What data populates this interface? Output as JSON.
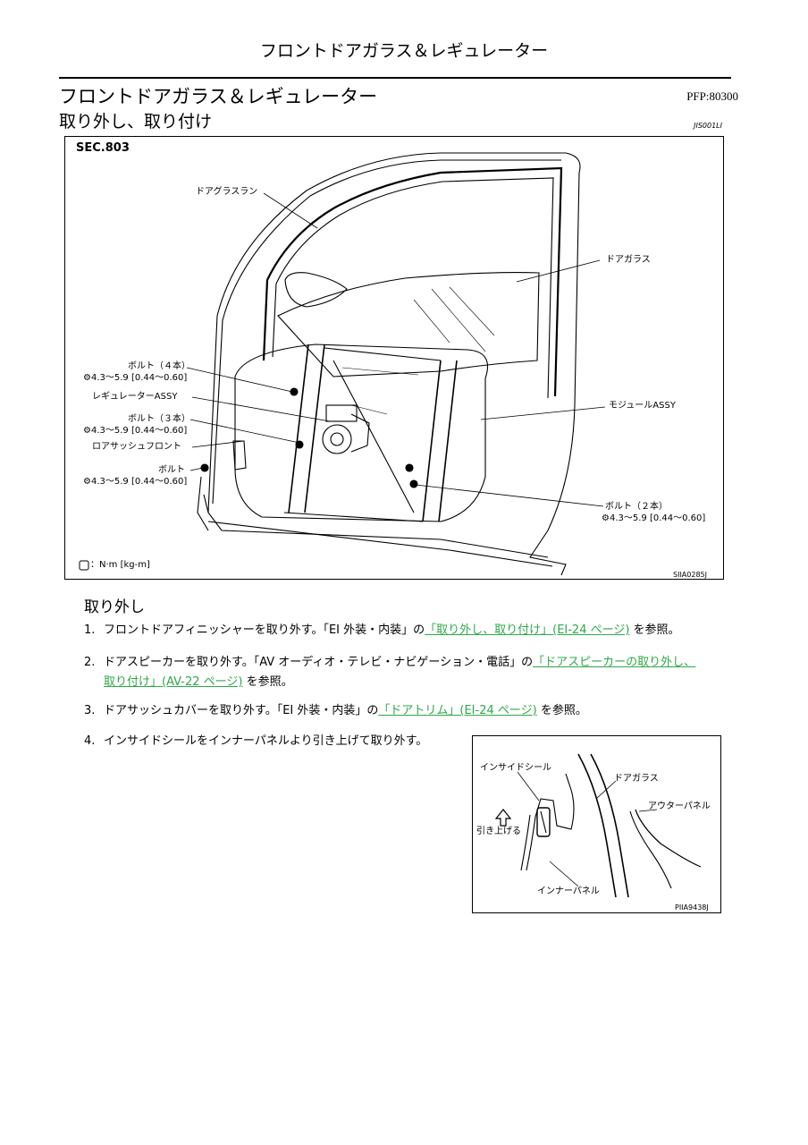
{
  "header": {
    "running_title": "フロントドアガラス＆レギュレーター"
  },
  "page": {
    "title": "フロントドアガラス＆レギュレーター",
    "pfp": "PFP:80300",
    "subtitle": "取り外し、取り付け",
    "doc_id": "JIS001LI"
  },
  "figure_main": {
    "section": "SEC.803",
    "labels": {
      "door_glass_run": "ドアグラスラン",
      "door_glass": "ドアガラス",
      "bolt4": "ボルト（４本）",
      "bolt4_torque": "4.3～5.9 [0.44～0.60]",
      "regulator_assy": "レギュレーターASSY",
      "bolt3": "ボルト（３本）",
      "bolt3_torque": "4.3～5.9 [0.44～0.60]",
      "lower_sash_front": "ロアサッシュフロント",
      "bolt": "ボルト",
      "bolt_torque": "4.3～5.9 [0.44～0.60]",
      "module_assy": "モジュールASSY",
      "bolt2": "ボルト（２本）",
      "bolt2_torque": "4.3～5.9 [0.44～0.60]"
    },
    "legend": "：N·m [kg-m]",
    "fig_id": "SIIA0285J"
  },
  "removal": {
    "heading": "取り外し",
    "steps": [
      {
        "num": "1.",
        "pre": "フロントドアフィニッシャーを取り外す。「EI 外装・内装」の",
        "link": "「取り外し、取り付け」(EI-24 ページ)",
        "post": " を参照。"
      },
      {
        "num": "2.",
        "pre": "ドアスピーカーを取り外す。「AV オーディオ・テレビ・ナビゲーション・電話」の",
        "link": "「ドアスピーカーの取り外し、",
        "link2": "取り付け」(AV-22 ページ)",
        "post": " を参照。"
      },
      {
        "num": "3.",
        "pre": "ドアサッシュカバーを取り外す。「EI 外装・内装」の",
        "link": "「ドアトリム」(EI-24 ページ)",
        "post": " を参照。"
      },
      {
        "num": "4.",
        "pre": "インサイドシールをインナーパネルより引き上げて取り外す。"
      }
    ]
  },
  "figure_sub": {
    "labels": {
      "inside_seal": "インサイドシール",
      "door_glass": "ドアガラス",
      "outer_panel": "アウターパネル",
      "pull_up": "引き上げる",
      "inner_panel": "インナーパネル"
    },
    "fig_id": "PIIA9438J"
  }
}
